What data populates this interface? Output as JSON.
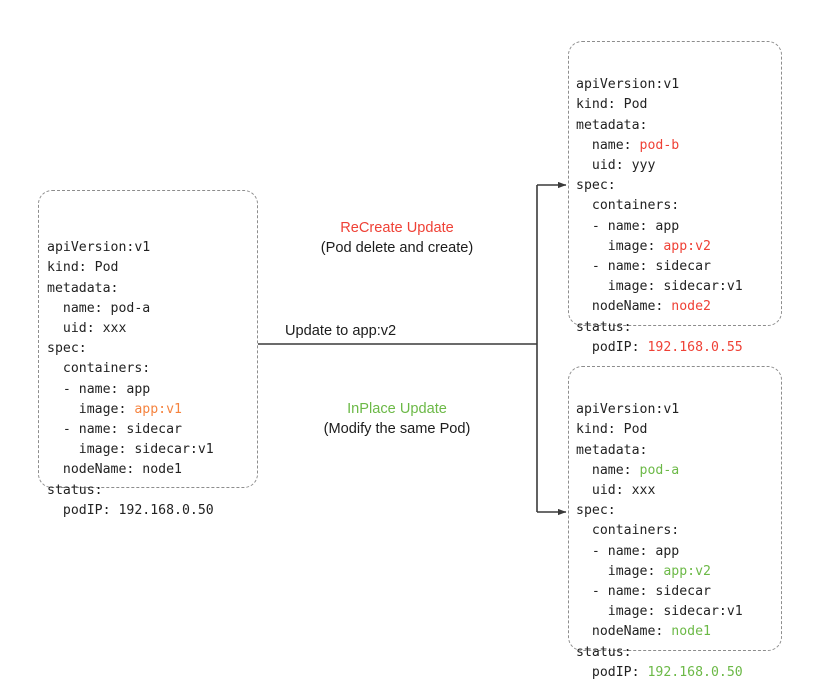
{
  "diagram": {
    "title": "Kubernetes Pod update strategies: ReCreate vs InPlace",
    "colors": {
      "orange": "#f5833f",
      "red": "#ef4136",
      "green": "#6cb947",
      "text": "#222222",
      "border": "#8d8d8d",
      "connector": "#3a3a3a"
    }
  },
  "source_pod": {
    "name": "source-pod-manifest",
    "lines": [
      {
        "text": "apiVersion:v1",
        "highlight": null
      },
      {
        "text": "kind: Pod",
        "highlight": null
      },
      {
        "text": "metadata:",
        "highlight": null
      },
      {
        "text": "  name: pod-a",
        "highlight": null
      },
      {
        "text": "  uid: xxx",
        "highlight": null
      },
      {
        "text": "spec:",
        "highlight": null
      },
      {
        "text": "  containers:",
        "highlight": null
      },
      {
        "text": "  - name: app",
        "highlight": null
      },
      {
        "text": "    image: ",
        "highlight": "app:v1",
        "highlight_color": "orange"
      },
      {
        "text": "  - name: sidecar",
        "highlight": null
      },
      {
        "text": "    image: sidecar:v1",
        "highlight": null
      },
      {
        "text": "  nodeName: node1",
        "highlight": null
      },
      {
        "text": "status:",
        "highlight": null
      },
      {
        "text": "  podIP: 192.168.0.50",
        "highlight": null
      }
    ]
  },
  "recreate_pod": {
    "name": "recreate-pod-manifest",
    "lines": [
      {
        "text": "apiVersion:v1",
        "highlight": null
      },
      {
        "text": "kind: Pod",
        "highlight": null
      },
      {
        "text": "metadata:",
        "highlight": null
      },
      {
        "text": "  name: ",
        "highlight": "pod-b",
        "highlight_color": "red"
      },
      {
        "text": "  uid: yyy",
        "highlight": null
      },
      {
        "text": "spec:",
        "highlight": null
      },
      {
        "text": "  containers:",
        "highlight": null
      },
      {
        "text": "  - name: app",
        "highlight": null
      },
      {
        "text": "    image: ",
        "highlight": "app:v2",
        "highlight_color": "red"
      },
      {
        "text": "  - name: sidecar",
        "highlight": null
      },
      {
        "text": "    image: sidecar:v1",
        "highlight": null
      },
      {
        "text": "  nodeName: ",
        "highlight": "node2",
        "highlight_color": "red"
      },
      {
        "text": "status:",
        "highlight": null
      },
      {
        "text": "  podIP: ",
        "highlight": "192.168.0.55",
        "highlight_color": "red"
      }
    ]
  },
  "inplace_pod": {
    "name": "inplace-pod-manifest",
    "lines": [
      {
        "text": "apiVersion:v1",
        "highlight": null
      },
      {
        "text": "kind: Pod",
        "highlight": null
      },
      {
        "text": "metadata:",
        "highlight": null
      },
      {
        "text": "  name: ",
        "highlight": "pod-a",
        "highlight_color": "green"
      },
      {
        "text": "  uid: xxx",
        "highlight": null
      },
      {
        "text": "spec:",
        "highlight": null
      },
      {
        "text": "  containers:",
        "highlight": null
      },
      {
        "text": "  - name: app",
        "highlight": null
      },
      {
        "text": "    image: ",
        "highlight": "app:v2",
        "highlight_color": "green"
      },
      {
        "text": "  - name: sidecar",
        "highlight": null
      },
      {
        "text": "    image: sidecar:v1",
        "highlight": null
      },
      {
        "text": "  nodeName: ",
        "highlight": "node1",
        "highlight_color": "green"
      },
      {
        "text": "status:",
        "highlight": null
      },
      {
        "text": "  podIP: ",
        "highlight": "192.168.0.50",
        "highlight_color": "green"
      }
    ]
  },
  "edges": {
    "trunk_label": "Update to app:v2",
    "recreate": {
      "title": "ReCreate Update",
      "subtitle": "(Pod delete and create)"
    },
    "inplace": {
      "title": "InPlace Update",
      "subtitle": "(Modify the same Pod)"
    }
  }
}
